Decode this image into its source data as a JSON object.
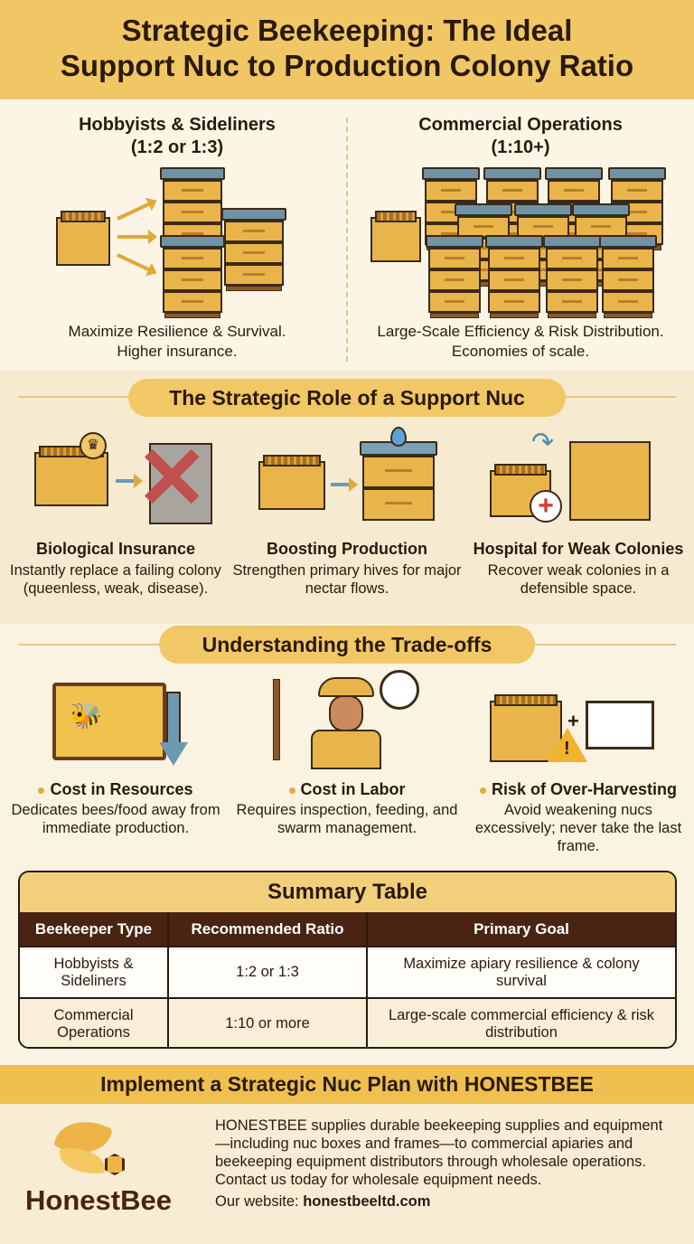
{
  "header": {
    "title_line1": "Strategic Beekeeping: The Ideal",
    "title_line2": "Support Nuc to Production Colony Ratio"
  },
  "comparison": {
    "hobby": {
      "title1": "Hobbyists & Sideliners",
      "title2": "(1:2 or 1:3)",
      "caption1": "Maximize Resilience & Survival.",
      "caption2": "Higher insurance."
    },
    "commercial": {
      "title1": "Commercial Operations",
      "title2": "(1:10+)",
      "caption1": "Large-Scale Efficiency & Risk Distribution.",
      "caption2": "Economies of scale."
    }
  },
  "role": {
    "heading": "The Strategic Role of a Support Nuc",
    "items": [
      {
        "title": "Biological Insurance",
        "desc": "Instantly replace a failing colony (queenless, weak, disease).",
        "icon": "nuc-replace-icon"
      },
      {
        "title": "Boosting Production",
        "desc": "Strengthen primary hives for major nectar flows.",
        "icon": "nuc-boost-icon"
      },
      {
        "title": "Hospital for Weak Colonies",
        "desc": "Recover weak colonies in a defensible space.",
        "icon": "hospital-icon"
      }
    ]
  },
  "tradeoffs": {
    "heading": "Understanding the Trade-offs",
    "items": [
      {
        "title": "Cost in Resources",
        "desc": "Dedicates bees/food away from immediate production.",
        "icon": "resources-down-icon"
      },
      {
        "title": "Cost in Labor",
        "desc": "Requires inspection, feeding, and swarm management.",
        "icon": "beekeeper-labor-icon"
      },
      {
        "title": "Risk of Over-Harvesting",
        "desc": "Avoid weakening nucs excessively; never take the last frame.",
        "icon": "warning-icon"
      }
    ]
  },
  "summary": {
    "title": "Summary Table",
    "headers": [
      "Beekeeper Type",
      "Recommended Ratio",
      "Primary Goal"
    ],
    "rows": [
      [
        "Hobbyists & Sideliners",
        "1:2 or 1:3",
        "Maximize apiary resilience & colony survival"
      ],
      [
        "Commercial Operations",
        "1:10 or more",
        "Large-scale commercial efficiency & risk distribution"
      ]
    ]
  },
  "footer": {
    "heading": "Implement a Strategic Nuc Plan with HONESTBEE",
    "brand": "HonestBee",
    "body": "HONESTBEE supplies durable beekeeping supplies and equipment—including nuc boxes and frames—to commercial apiaries and beekeeping equipment distributors through wholesale operations. Contact us today for wholesale equipment needs.",
    "website_label": "Our website:",
    "website": "honestbeeltd.com"
  },
  "colors": {
    "gold": "#f1c765",
    "cream": "#fbf3e2",
    "brown": "#4a2413",
    "lid": "#6f93a5",
    "wood": "#e9b44a"
  }
}
